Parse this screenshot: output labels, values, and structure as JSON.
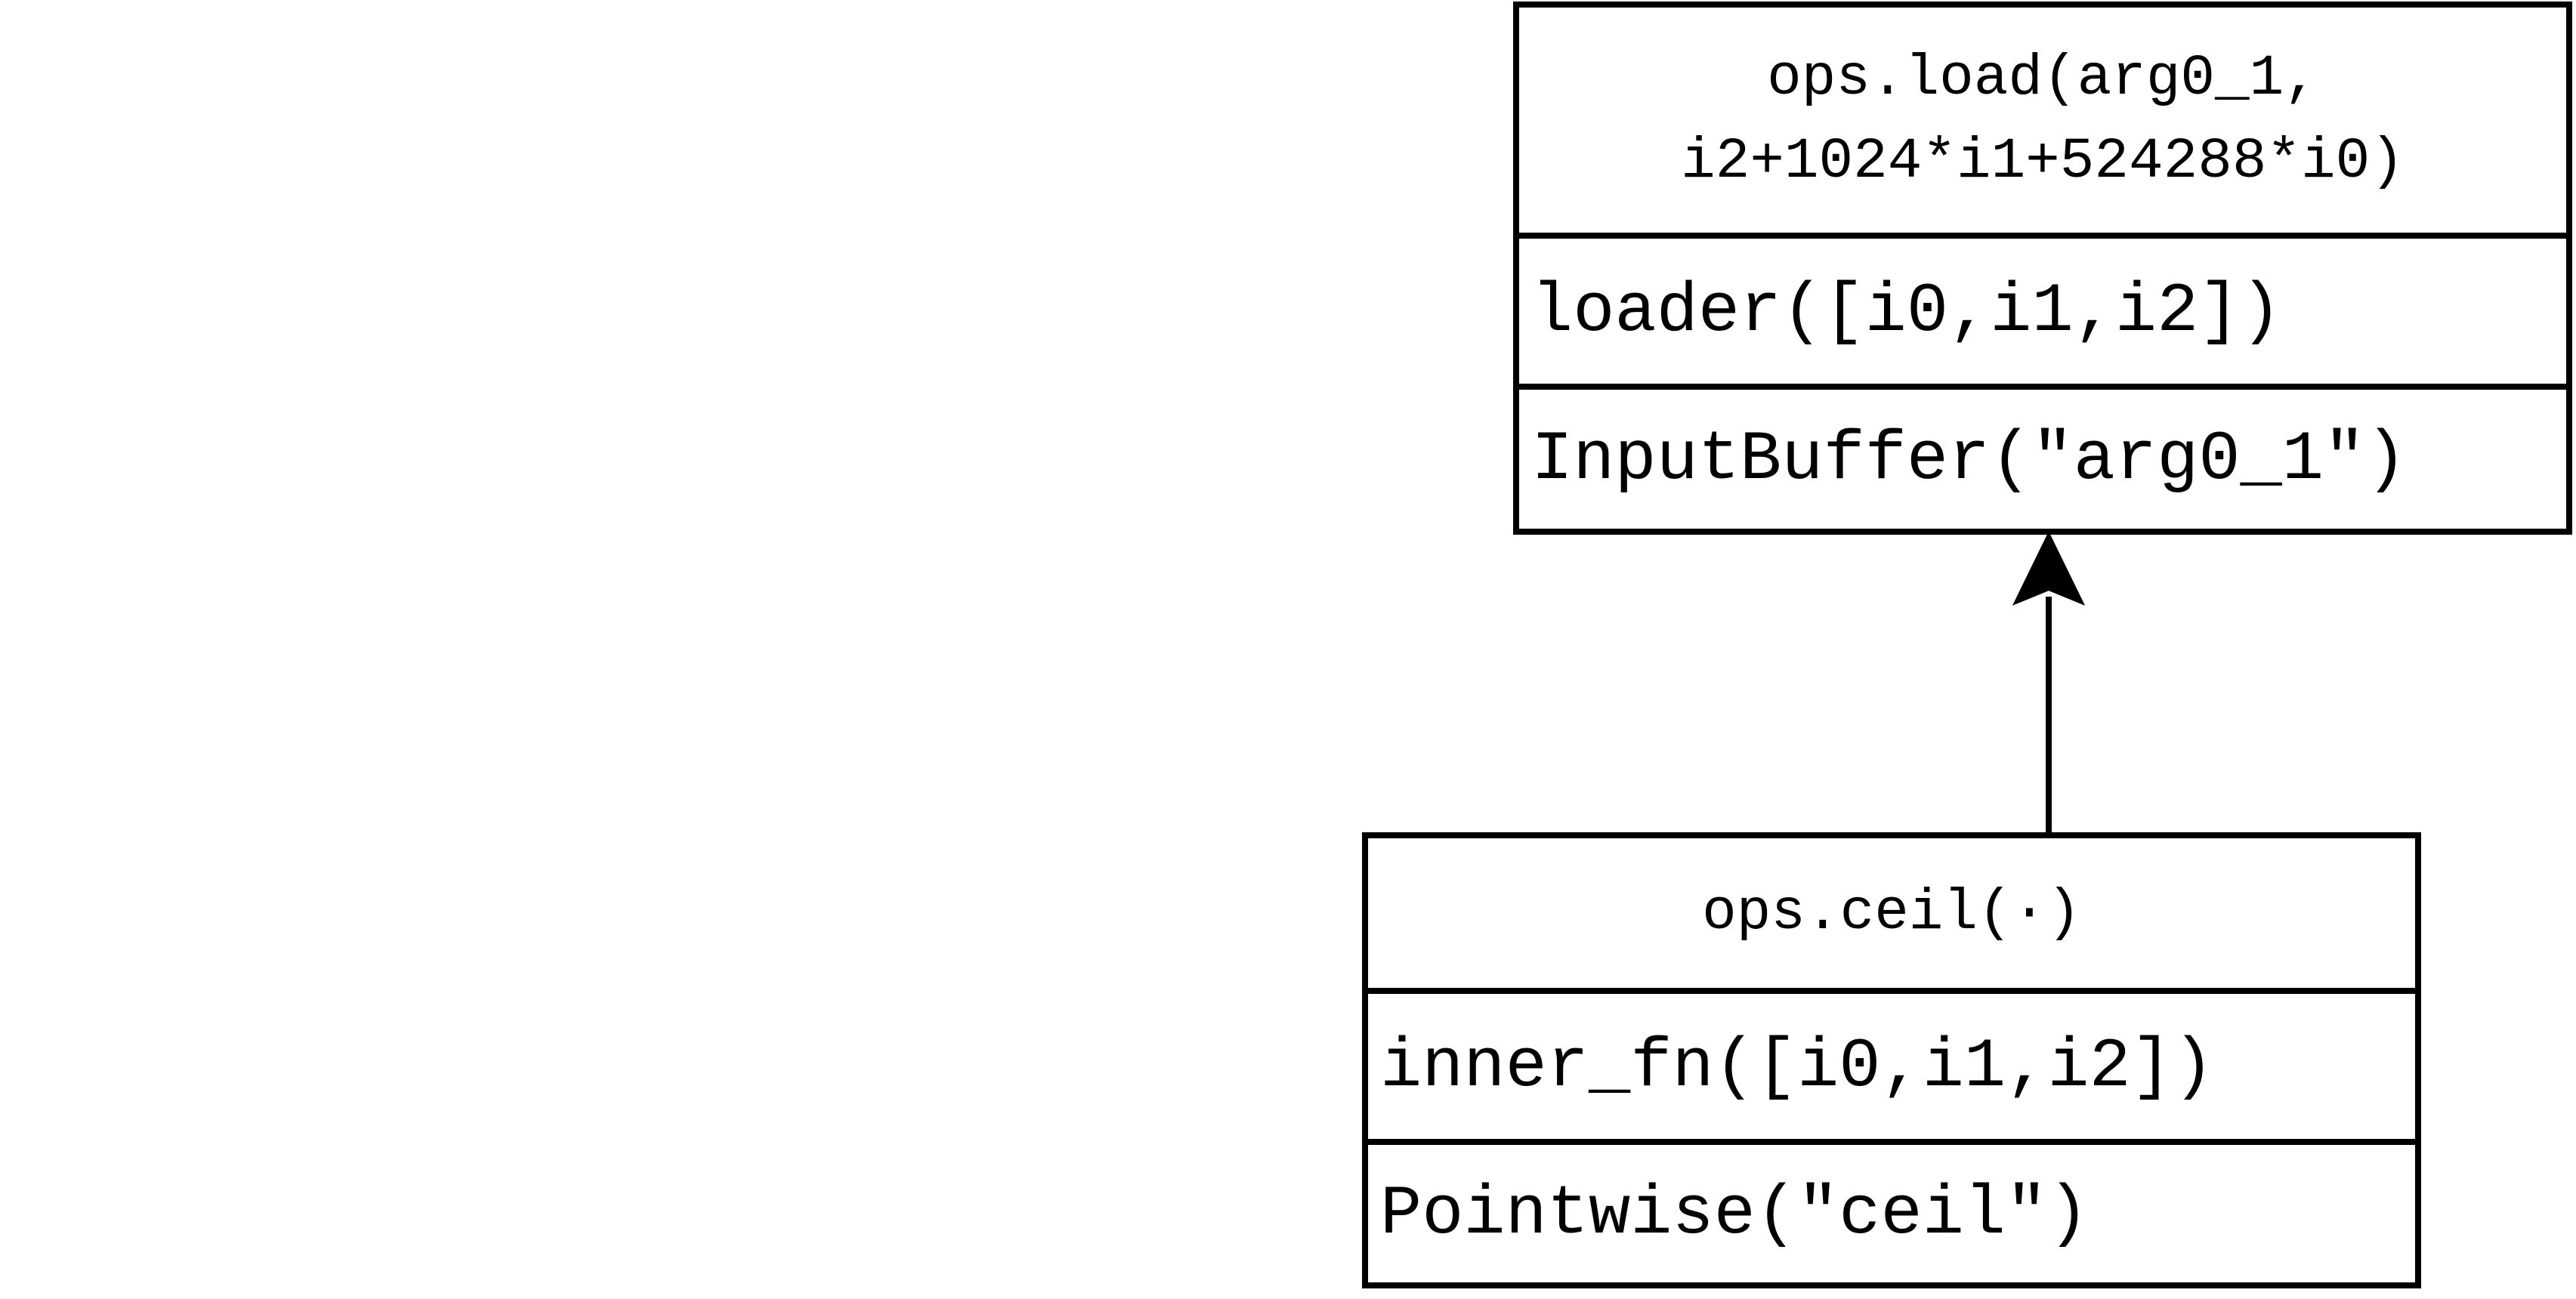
{
  "nodes": {
    "load": {
      "header_line1": "ops.load(arg0_1,",
      "header_line2": "i2+1024*i1+524288*i0)",
      "function": "loader([i0,i1,i2])",
      "buffer": "InputBuffer(\"arg0_1\")"
    },
    "ceil": {
      "header": "ops.ceil(·)",
      "function": "inner_fn([i0,i1,i2])",
      "buffer": "Pointwise(\"ceil\")"
    }
  },
  "colors": {
    "stroke": "#000000",
    "background": "#ffffff"
  }
}
